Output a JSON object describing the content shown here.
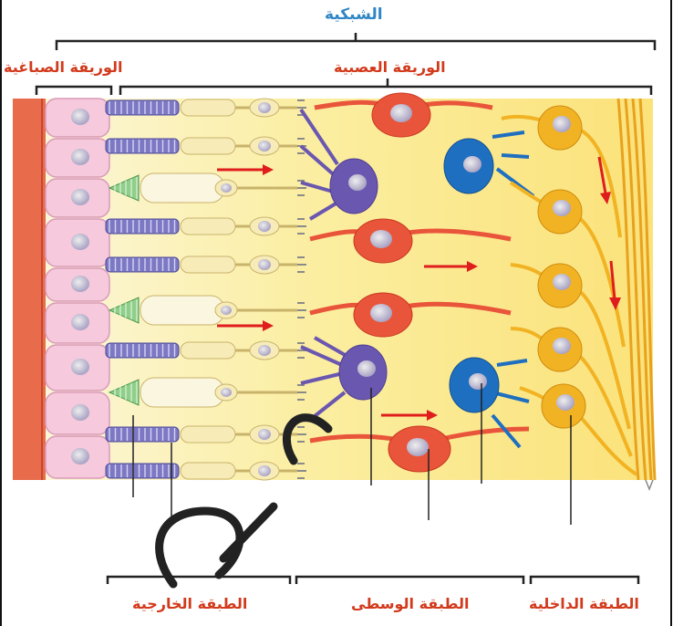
{
  "labels": {
    "retina": "الشبكية",
    "pigment_layer": "الوريقة الصباغية",
    "neural_layer": "الوريقة العصبية",
    "outer_layer": "الطبقة الخارجية",
    "middle_layer": "الطبقة الوسطى",
    "inner_layer": "الطبقة الداخلية"
  },
  "colors": {
    "blue_label": "#2f86c6",
    "red_label": "#d23a1c",
    "bracket": "#222222",
    "choroid": "#e86b4c",
    "pigment_cell": "#f6c9dc",
    "photoreceptor_bg": "#fbf3c7",
    "neural_bg": "#fbe27a",
    "bipolar_cell": "#e9553a",
    "horizontal_cell": "#6a57b0",
    "amacrine_cell": "#1f6fc0",
    "ganglion_cell": "#f1b323",
    "signal_arrow": "#e01d1d"
  },
  "icons": [
    "rod-cell-icon",
    "cone-cell-icon",
    "signal-arrow-icon",
    "nucleus-icon"
  ]
}
